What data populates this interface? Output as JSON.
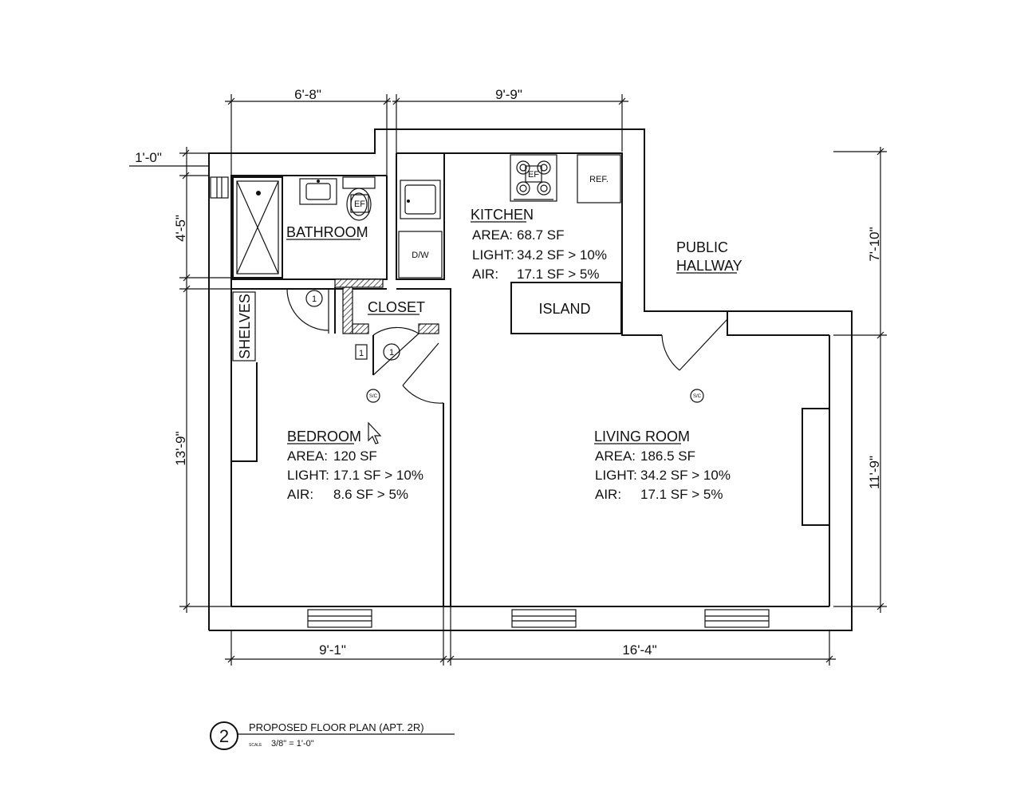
{
  "dimensions": {
    "top_left": "6'-8\"",
    "top_right": "9'-9\"",
    "wall_offset": "1'-0\"",
    "left_upper": "4'-5\"",
    "left_lower": "13'-9\"",
    "right_upper": "7'-10\"",
    "right_lower": "11'-9\"",
    "bottom_left": "9'-1\"",
    "bottom_right": "16'-4\""
  },
  "rooms": {
    "bathroom": {
      "name": "BATHROOM"
    },
    "closet": {
      "name": "CLOSET"
    },
    "kitchen": {
      "name": "KITCHEN",
      "area_label": "AREA:",
      "area": "68.7 SF",
      "light_label": "LIGHT:",
      "light": "34.2 SF > 10%",
      "air_label": "AIR:",
      "air": "17.1 SF > 5%"
    },
    "bedroom": {
      "name": "BEDROOM",
      "area_label": "AREA:",
      "area": "120 SF",
      "light_label": "LIGHT:",
      "light": "17.1 SF > 10%",
      "air_label": "AIR:",
      "air": "8.6 SF > 5%"
    },
    "living_room": {
      "name": "LIVING ROOM",
      "area_label": "AREA:",
      "area": "186.5 SF",
      "light_label": "LIGHT:",
      "light": "34.2 SF > 10%",
      "air_label": "AIR:",
      "air": "17.1 SF > 5%"
    },
    "public_hallway": {
      "line1": "PUBLIC",
      "line2": "HALLWAY"
    }
  },
  "fixtures": {
    "shelves": "SHELVES",
    "island": "ISLAND",
    "refrigerator": "REF.",
    "dishwasher": "D/W",
    "exhaust_fan": "EF",
    "door_tag": "1",
    "smoke_detector": "S/C"
  },
  "title_block": {
    "number": "2",
    "title": "PROPOSED FLOOR PLAN (APT. 2R)",
    "scale_label": "SCALE",
    "scale": "3/8\" = 1'-0\""
  }
}
